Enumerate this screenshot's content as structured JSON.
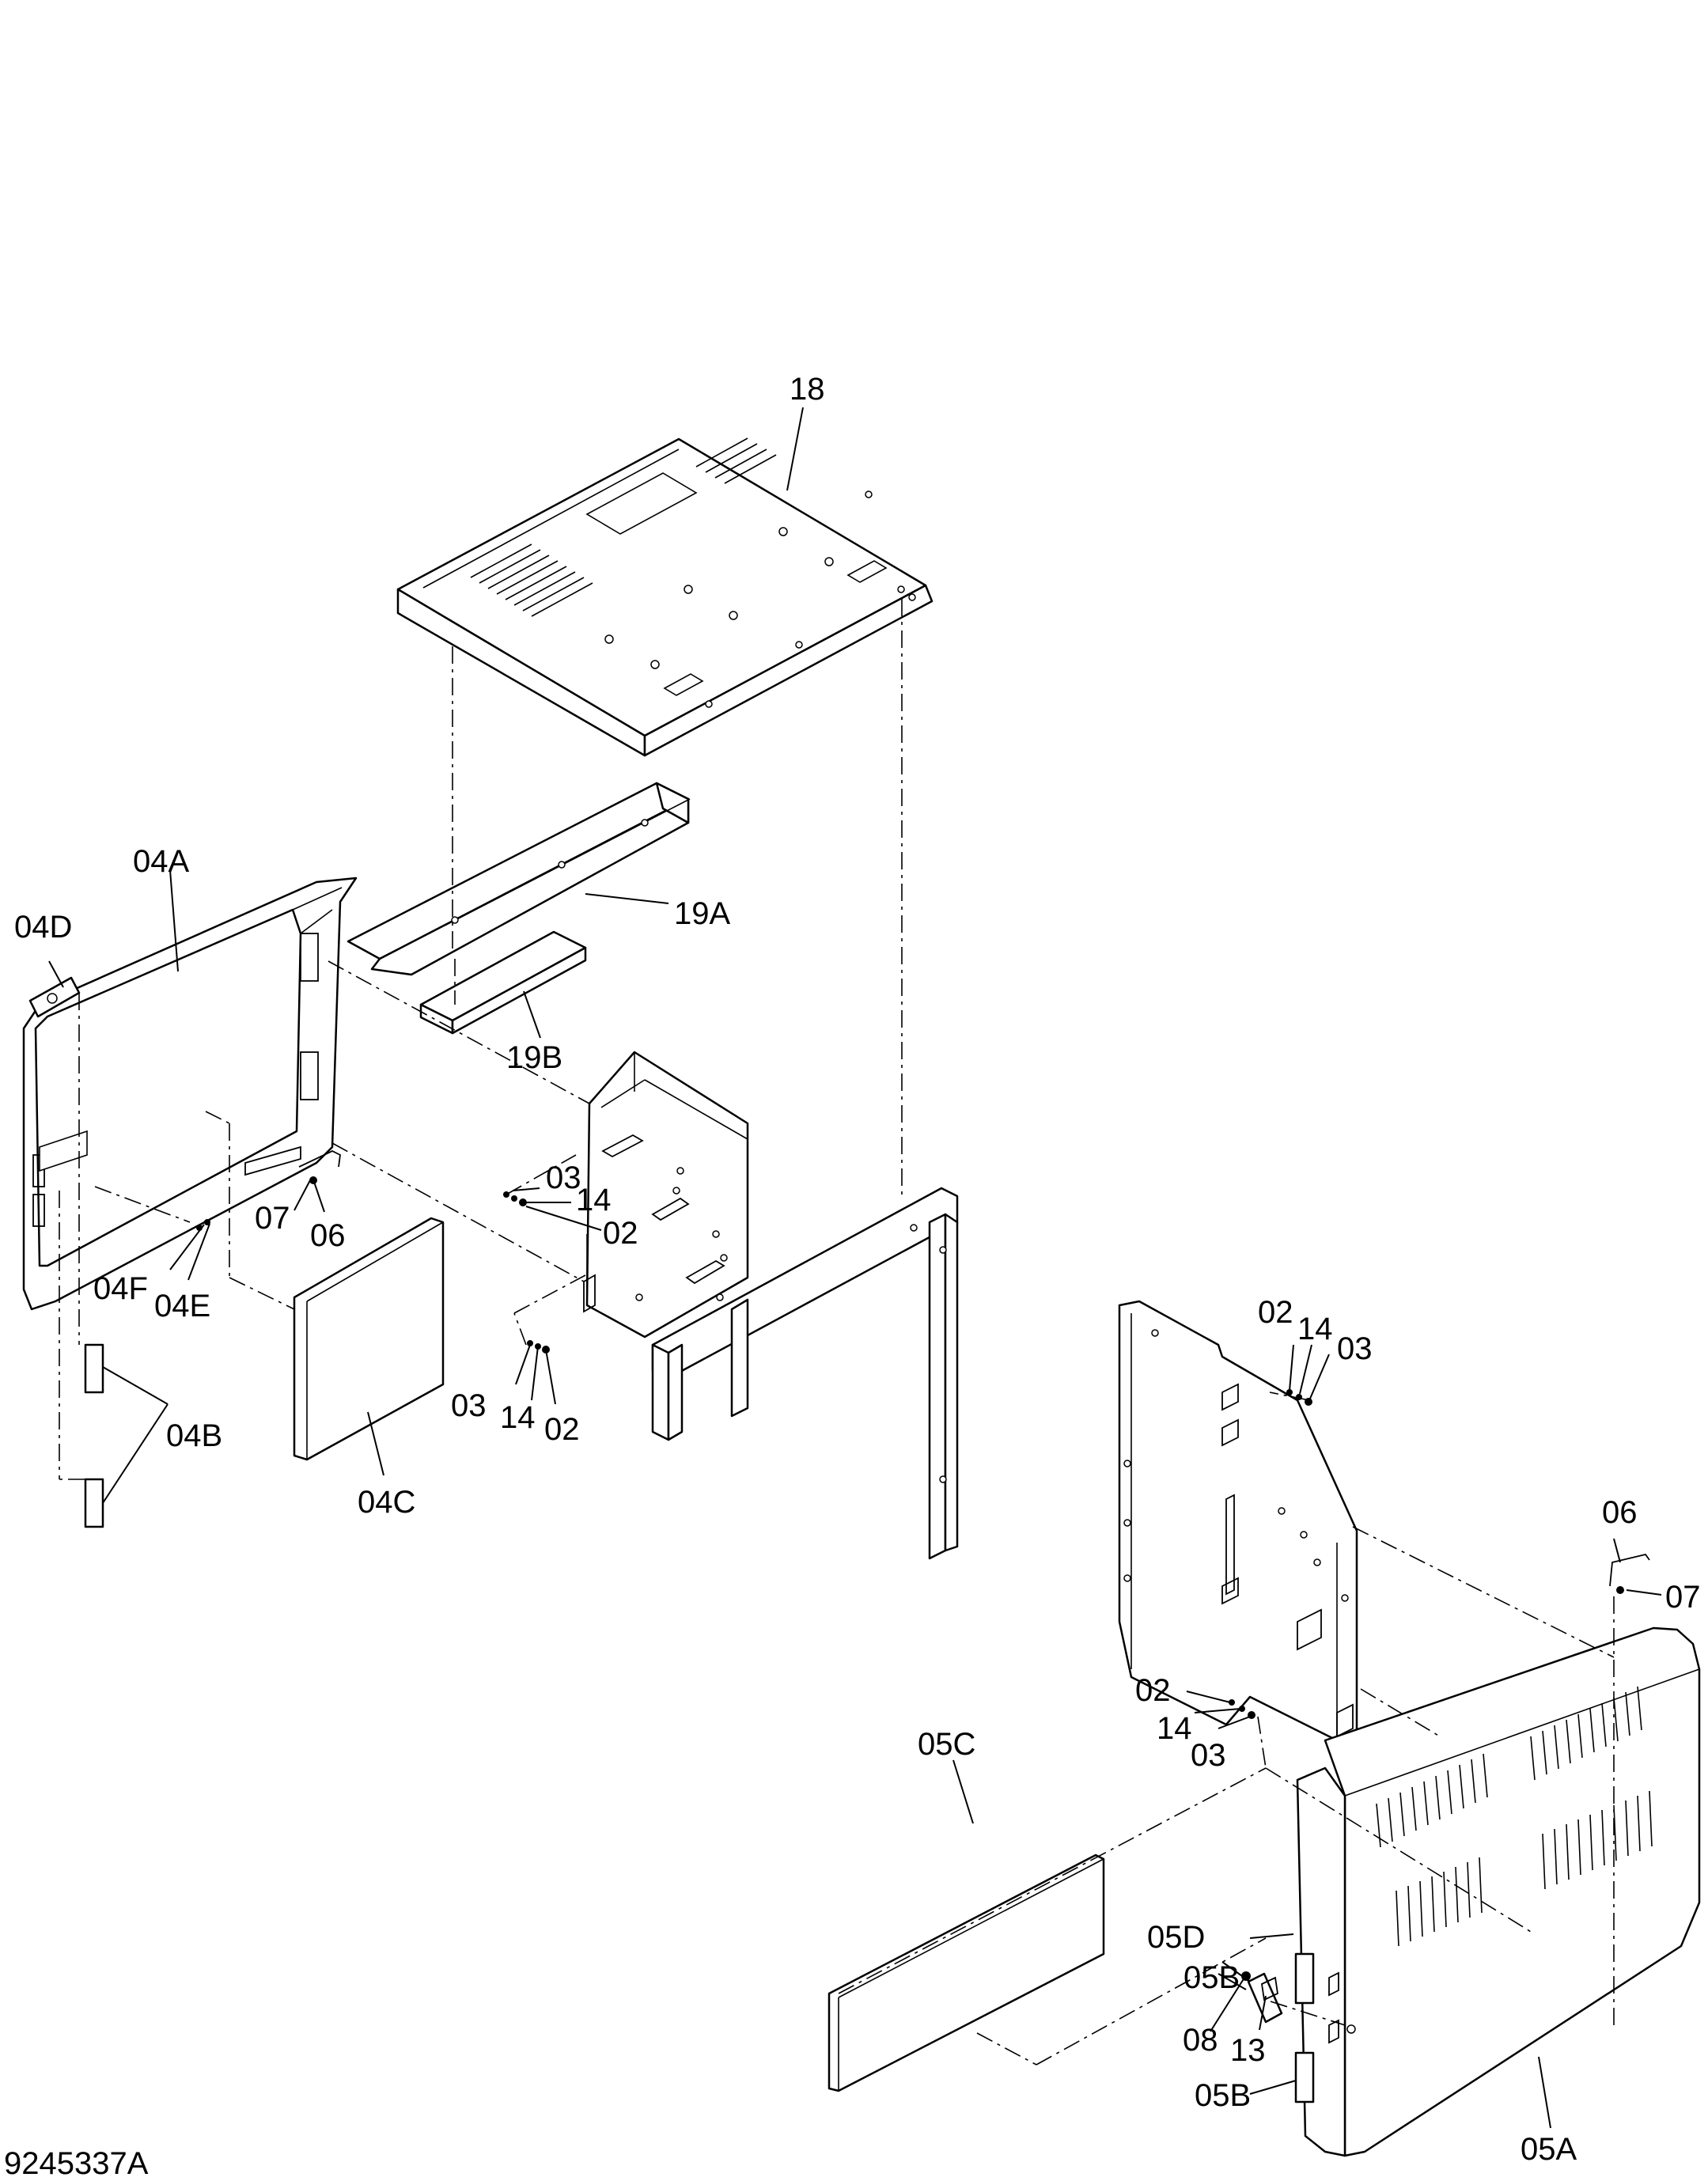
{
  "figure_number": "9245337A",
  "callouts": {
    "c18": "18",
    "c19A": "19A",
    "c19B": "19B",
    "c04A": "04A",
    "c04D": "04D",
    "c04F": "04F",
    "c04E": "04E",
    "c04B": "04B",
    "c04C": "04C",
    "c07_left": "07",
    "c06_left": "06",
    "c03_a": "03",
    "c14_a": "14",
    "c02_a": "02",
    "c03_b": "03",
    "c14_b": "14",
    "c02_b": "02",
    "c02_c": "02",
    "c14_c": "14",
    "c03_c": "03",
    "c06_right": "06",
    "c07_right": "07",
    "c02_d": "02",
    "c14_d": "14",
    "c03_d": "03",
    "c05C": "05C",
    "c05D": "05D",
    "c05B_a": "05B",
    "c08": "08",
    "c13": "13",
    "c05B_b": "05B",
    "c05A": "05A"
  }
}
